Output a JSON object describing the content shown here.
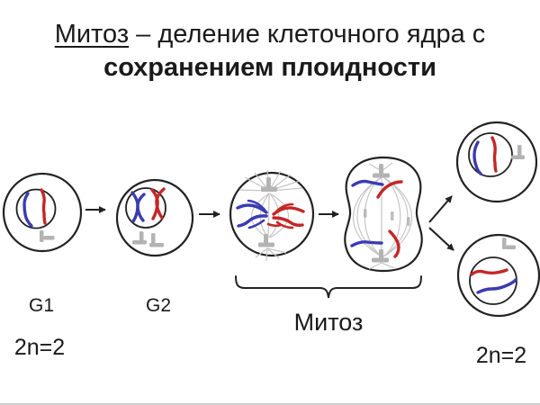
{
  "title": {
    "keyword": "Митоз",
    "line1_rest": " – деление клеточного ядра с",
    "line2": "сохранением плоидности"
  },
  "labels": {
    "g1": "G1",
    "g2": "G2",
    "mitosis": "Митоз",
    "ploidy_left": "2n=2",
    "ploidy_right": "2n=2"
  },
  "colors": {
    "chromosome_blue": "#3b3bb2",
    "chromosome_red": "#c42727",
    "centrosome_gray": "#b3b3b3",
    "spindle_gray": "#c6c6c6",
    "outline": "#222222",
    "text": "#1a1a1a",
    "background": "#ffffff"
  }
}
